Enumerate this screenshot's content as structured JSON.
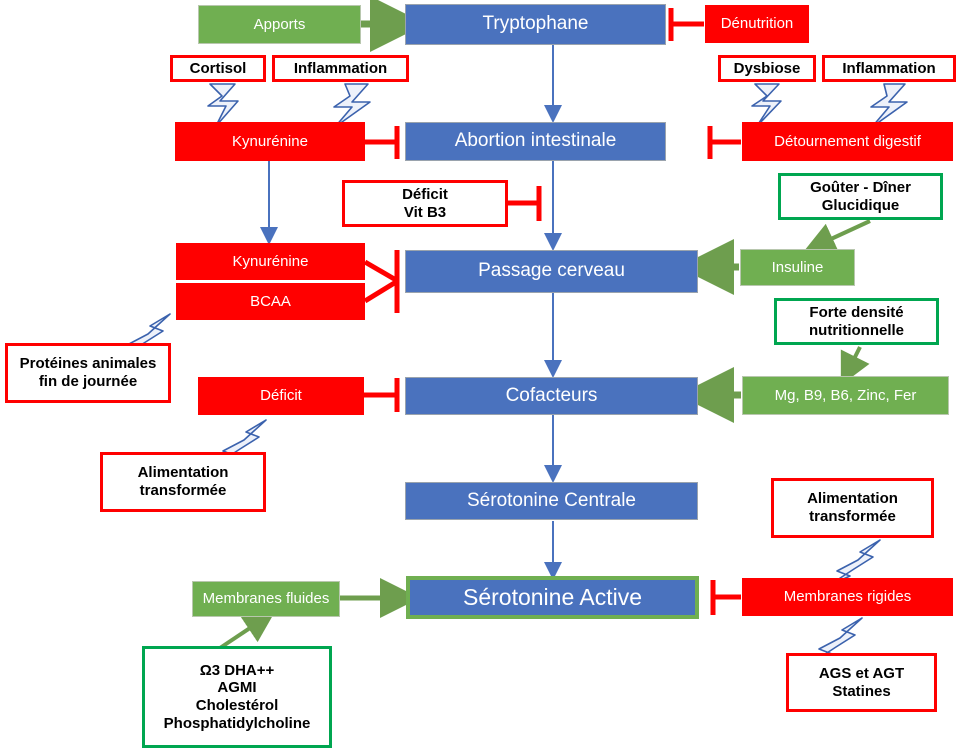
{
  "diagram": {
    "title": "Serotonine pathway diagram",
    "colors": {
      "blue": "#4A72BE",
      "green_fill": "#70AF51",
      "green_outline": "#00A650",
      "red_fill": "#FF0000",
      "red_outline": "#FF0000",
      "arrow_blue": "#4A72BE",
      "arrow_green": "#6E9E4E",
      "inhibit_red": "#FF0000",
      "lightning_stroke": "#3B62AD",
      "text_white": "#FFFFFF",
      "text_black": "#000000"
    },
    "main_chain": [
      {
        "id": "tryptophane",
        "label": "Tryptophane"
      },
      {
        "id": "abortion-intestinale",
        "label": "Abortion intestinale"
      },
      {
        "id": "passage-cerveau",
        "label": "Passage cerveau"
      },
      {
        "id": "cofacteurs",
        "label": "Cofacteurs"
      },
      {
        "id": "serotonine-centrale",
        "label": "Sérotonine Centrale"
      },
      {
        "id": "serotonine-active",
        "label": "Sérotonine Active"
      }
    ],
    "promoters": [
      {
        "id": "apports",
        "label": "Apports"
      },
      {
        "id": "insuline",
        "label": "Insuline"
      },
      {
        "id": "micronutriments",
        "label": "Mg, B9, B6, Zinc, Fer"
      },
      {
        "id": "membranes-fluides",
        "label": "Membranes fluides"
      }
    ],
    "inhibitors": [
      {
        "id": "denutrition",
        "label": "Dénutrition"
      },
      {
        "id": "kynurenine-1",
        "label": "Kynurénine"
      },
      {
        "id": "detournement-digestif",
        "label": "Détournement digestif"
      },
      {
        "id": "kynurenine-2",
        "label": "Kynurénine"
      },
      {
        "id": "bcaa",
        "label": "BCAA"
      },
      {
        "id": "deficit",
        "label": "Déficit"
      },
      {
        "id": "membranes-rigides",
        "label": "Membranes rigides"
      }
    ],
    "callouts_red": [
      {
        "id": "cortisol",
        "label": "Cortisol"
      },
      {
        "id": "inflammation-left",
        "label": "Inflammation"
      },
      {
        "id": "dysbiose",
        "label": "Dysbiose"
      },
      {
        "id": "inflammation-right",
        "label": "Inflammation"
      },
      {
        "id": "deficit-vit-b3",
        "label": "Déficit\nVit B3"
      },
      {
        "id": "proteines-animales",
        "label": "Protéines animales\nfin de journée"
      },
      {
        "id": "alimentation-transformee-left",
        "label": "Alimentation\ntransformée"
      },
      {
        "id": "alimentation-transformee-right",
        "label": "Alimentation\ntransformée"
      },
      {
        "id": "ags-agt-statines",
        "label": "AGS et AGT\nStatines"
      }
    ],
    "callouts_green": [
      {
        "id": "gouter-diner-glucidique",
        "label": "Goûter - Dîner\nGlucidique"
      },
      {
        "id": "forte-densite-nutritionnelle",
        "label": "Forte densité\nnutritionnelle"
      },
      {
        "id": "lipides-membranaires",
        "label": "Ω3 DHA++\nAGMI\nCholestérol\nPhosphatidylcholine"
      }
    ]
  }
}
